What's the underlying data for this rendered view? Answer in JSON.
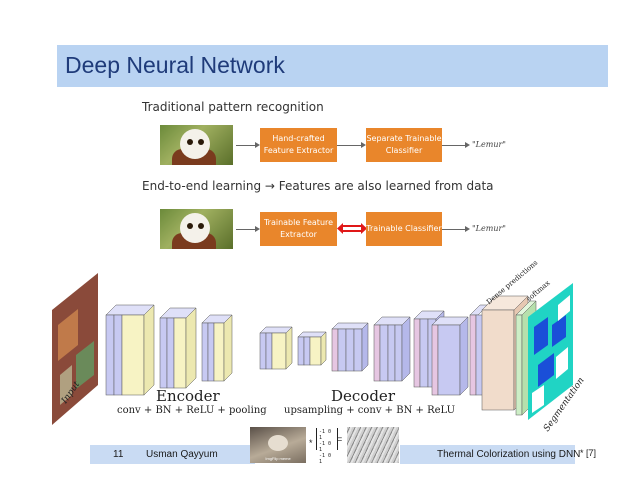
{
  "slide": {
    "title": "Deep Neural Network",
    "page_number": "11",
    "author": "Usman Qayyum",
    "course": "Thermal Colorization using DNN",
    "reference": "* [7]"
  },
  "pipeline_traditional": {
    "heading": "Traditional pattern recognition",
    "box1": "Hand-crafted Feature Extractor",
    "box2": "Separate Trainable Classifier",
    "output": "\"Lemur\""
  },
  "pipeline_end_to_end": {
    "heading": "End-to-end learning → Features are also learned from data",
    "box1": "Trainable Feature Extractor",
    "box2": "Trainable Classifier",
    "output": "\"Lemur\""
  },
  "segnet": {
    "input_label": "Input",
    "encoder_title": "Encoder",
    "encoder_ops": "conv + BN + ReLU + pooling",
    "decoder_title": "Decoder",
    "decoder_ops": "upsampling + conv + BN + ReLU",
    "dense_label": "Dense predictions",
    "softmax_label": "softmax",
    "output_label": "Segmentation"
  },
  "convolution_demo": {
    "image_caption": "ImgFlip meme",
    "kernel_rows": [
      "-1 0 1",
      "-1 0 1",
      "-1 0 1"
    ],
    "operator": "*",
    "equals": "="
  },
  "colors": {
    "title_bar": "#b9d3f2",
    "orange_box": "#e9862b",
    "encoder_layer": "#f7f3c4",
    "conv_layer": "#c7c9f2",
    "decoder_layer": "#e6c6e2",
    "dense_layer": "#f1dccb",
    "softmax_layer": "#cdeec6"
  }
}
